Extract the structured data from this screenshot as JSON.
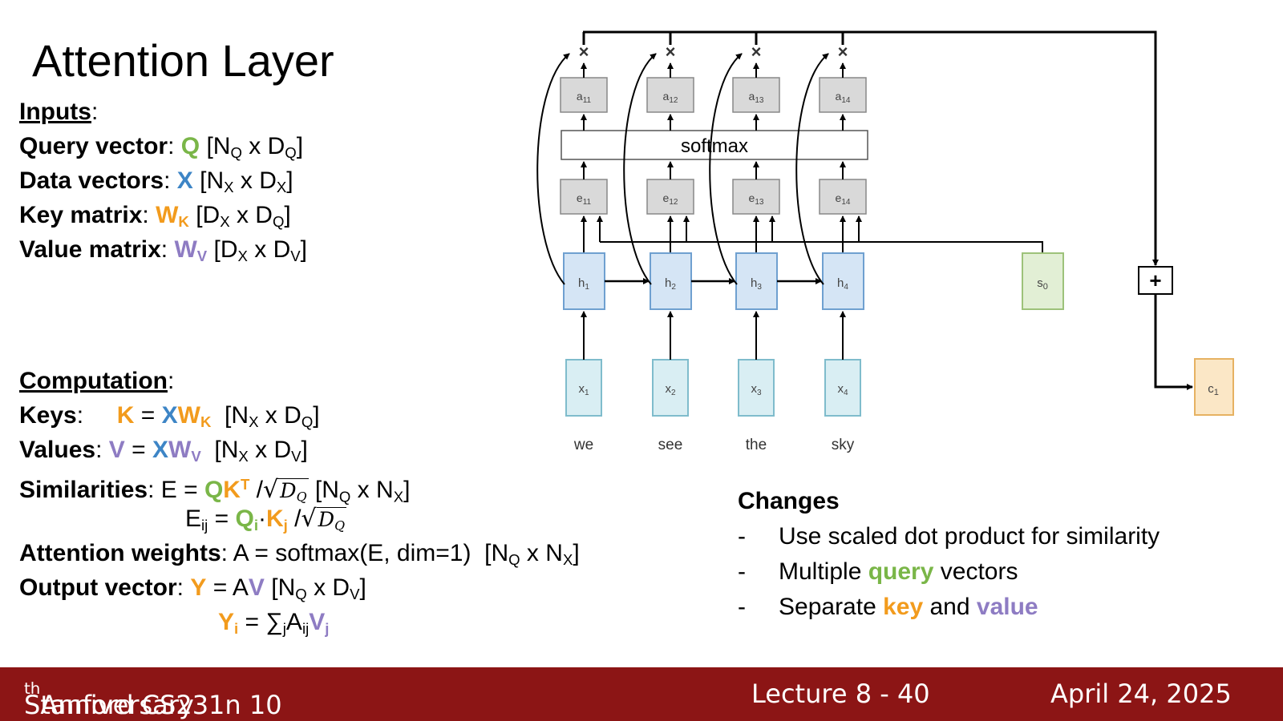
{
  "slide": {
    "title": "Attention Layer",
    "inputs": {
      "heading": "Inputs",
      "query": {
        "label": "Query vector",
        "sym": "Q",
        "dims": [
          "N",
          "Q",
          " x D",
          "Q"
        ]
      },
      "data": {
        "label": "Data vectors",
        "sym": "X",
        "dims": [
          "N",
          "X",
          " x D",
          "X"
        ]
      },
      "key": {
        "label": "Key matrix",
        "sym": "W",
        "sub": "K",
        "dims": [
          "D",
          "X",
          " x D",
          "Q"
        ]
      },
      "value": {
        "label": "Value matrix",
        "sym": "W",
        "sub": "V",
        "dims": [
          "D",
          "X",
          " x D",
          "V"
        ]
      }
    },
    "computation": {
      "heading": "Computation",
      "keys_label": "Keys",
      "values_label": "Values",
      "similarities_label": "Similarities",
      "eij": "E",
      "eij_sub": "ij",
      "attention_label": "Attention weights",
      "attention_formula": "A = softmax(E, dim=1)",
      "output_label": "Output vector",
      "sum_symbol": "∑",
      "sum_sub": "j",
      "a_ij": "A",
      "dq": "D",
      "dq_sub": "Q"
    },
    "changes": {
      "heading": "Changes",
      "dash": "-",
      "item1": "Use scaled dot product for similarity",
      "item2_pre": "Multiple ",
      "item2_hl": "query",
      "item2_post": " vectors",
      "item3_pre": "Separate ",
      "item3_hl1": "key",
      "item3_mid": " and ",
      "item3_hl2": "value"
    },
    "footer": {
      "course_pre": "Stanford CS231n 10",
      "course_sup": "th",
      "course_post": " Anniversary",
      "lecture": "Lecture 8 -  40",
      "date": "April 24, 2025"
    }
  },
  "diagram": {
    "softmax_label": "softmax",
    "plus_label": "+",
    "times_label": "×",
    "columns": [
      {
        "a": "a",
        "a_sub": "11",
        "e": "e",
        "e_sub": "11",
        "h": "h",
        "h_sub": "1",
        "x": "x",
        "x_sub": "1",
        "word": "we"
      },
      {
        "a": "a",
        "a_sub": "12",
        "e": "e",
        "e_sub": "12",
        "h": "h",
        "h_sub": "2",
        "x": "x",
        "x_sub": "2",
        "word": "see"
      },
      {
        "a": "a",
        "a_sub": "13",
        "e": "e",
        "e_sub": "13",
        "h": "h",
        "h_sub": "3",
        "x": "x",
        "x_sub": "3",
        "word": "the"
      },
      {
        "a": "a",
        "a_sub": "14",
        "e": "e",
        "e_sub": "14",
        "h": "h",
        "h_sub": "4",
        "x": "x",
        "x_sub": "4",
        "word": "sky"
      }
    ],
    "s0": "s",
    "s0_sub": "0",
    "c1": "c",
    "c1_sub": "1"
  },
  "colors": {
    "query_green": "#7ab648",
    "key_orange": "#f29b1d",
    "value_purple": "#8e7cc3",
    "data_blue": "#3d85c6",
    "footer_red": "#8c1515"
  }
}
